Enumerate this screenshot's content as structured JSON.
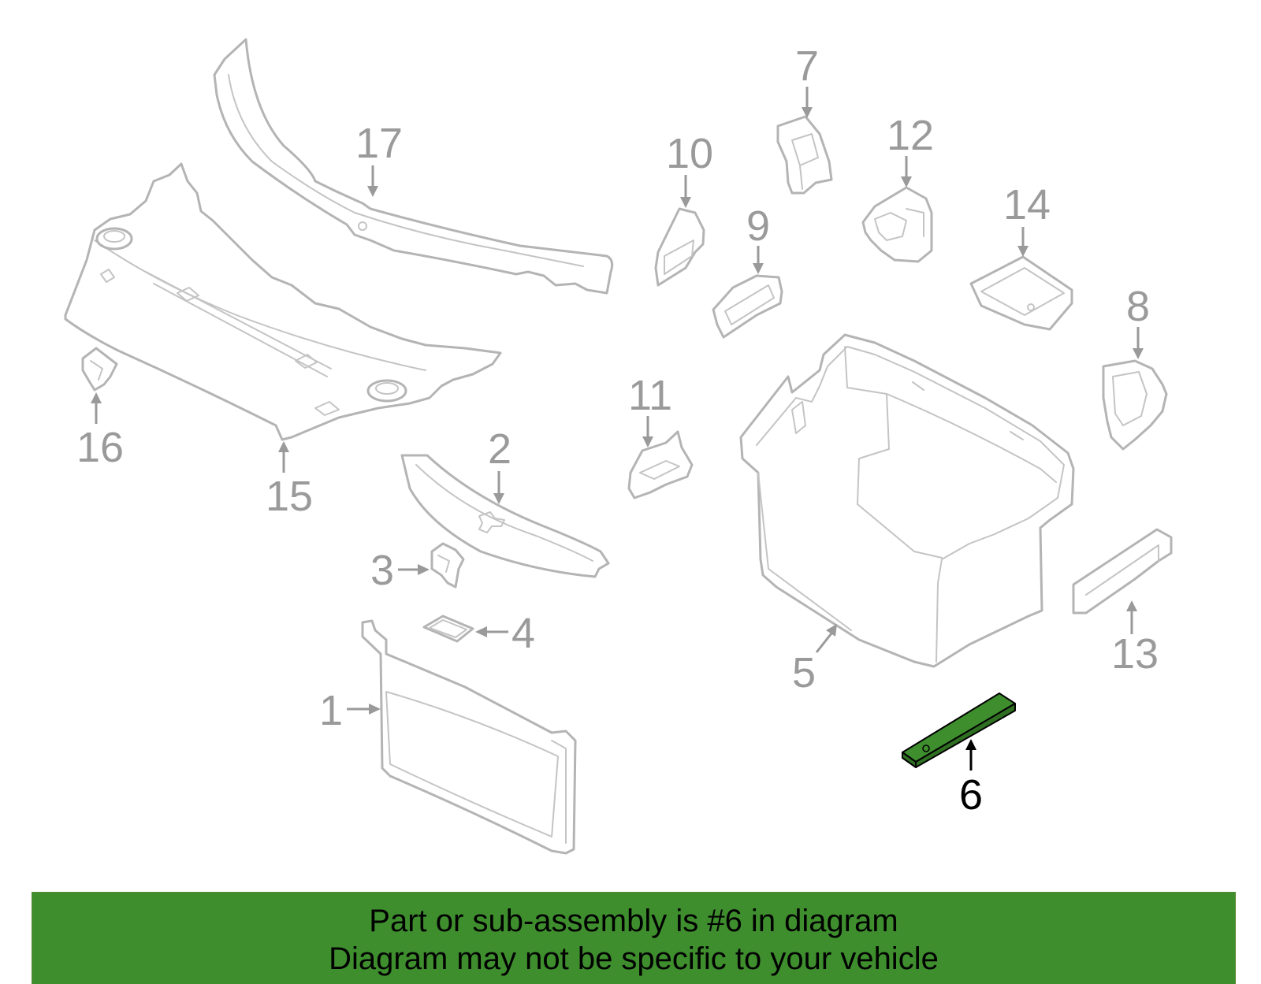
{
  "colors": {
    "highlight_part": "#3e8e2e",
    "banner_background": "#3e8e2e",
    "part_outline": "#b4b4b4",
    "callout": "#9a9a9a",
    "callout_highlight": "#000000"
  },
  "callouts": {
    "c1": "1",
    "c2": "2",
    "c3": "3",
    "c4": "4",
    "c5": "5",
    "c6": "6",
    "c7": "7",
    "c8": "8",
    "c9": "9",
    "c10": "10",
    "c11": "11",
    "c12": "12",
    "c13": "13",
    "c14": "14",
    "c15": "15",
    "c16": "16",
    "c17": "17"
  },
  "highlighted_part": "6",
  "banner": {
    "line1": "Part or sub-assembly is #6 in diagram",
    "line2": "Diagram may not be specific to your vehicle"
  }
}
